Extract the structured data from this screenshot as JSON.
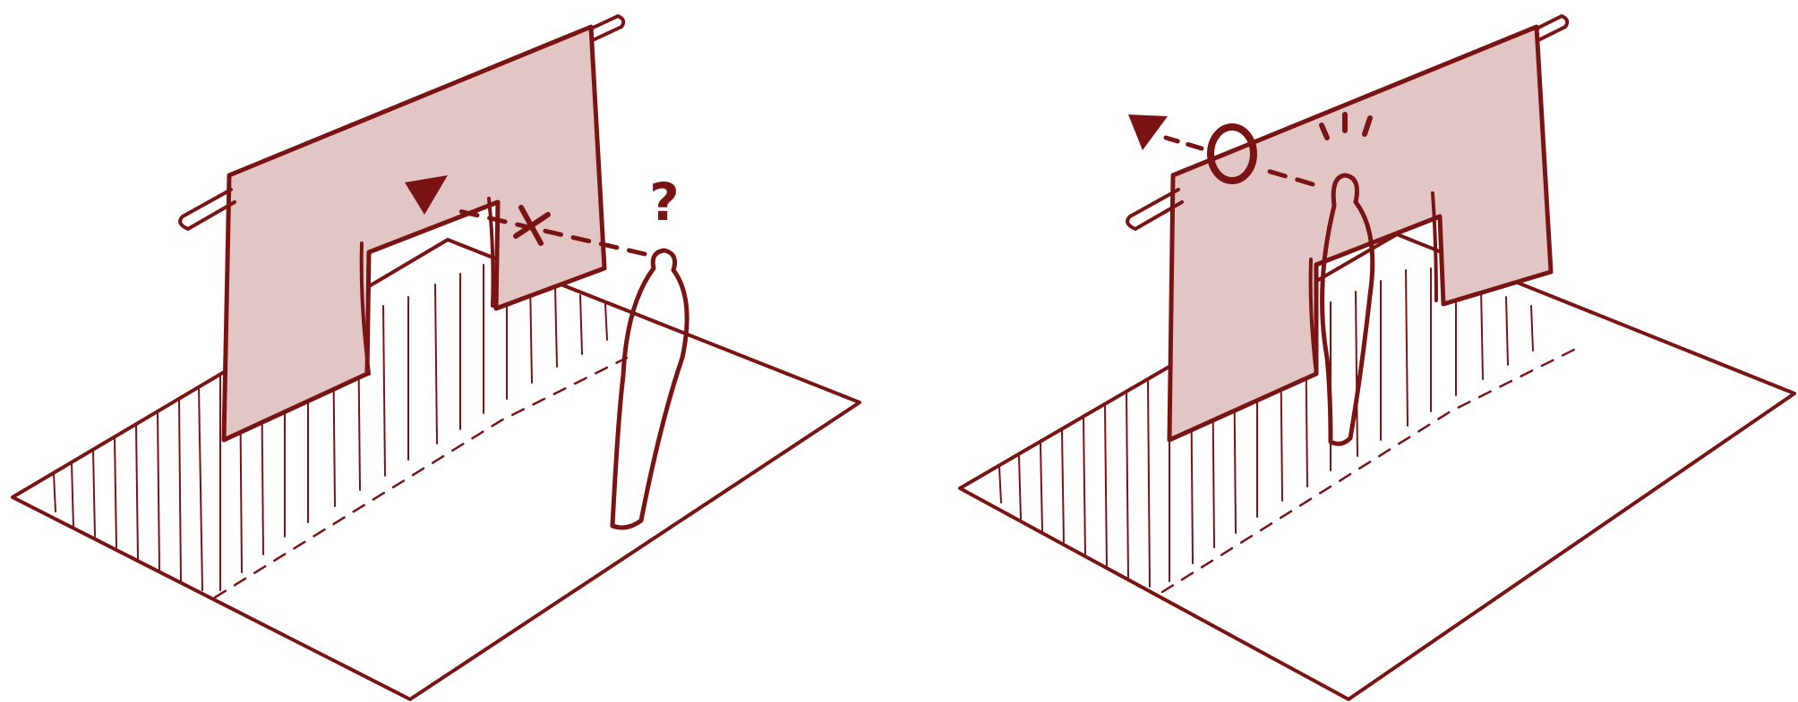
{
  "colors": {
    "ink": "#7a1414",
    "curtain_fill": "#e2c6c6",
    "background": "#ffffff"
  },
  "panels": [
    {
      "id": "blocked-view",
      "figure_position": "in-front-of-curtain",
      "sightline": "blocked",
      "blocked_marker_icon": "cross-icon",
      "reaction_mark": "?",
      "reaction_icon": "question-mark-icon"
    },
    {
      "id": "open-view",
      "figure_position": "under-curtain-gap",
      "sightline": "clear",
      "clear_marker_icon": "circle-icon",
      "reaction_icon": "surprise-lines-icon"
    }
  ]
}
